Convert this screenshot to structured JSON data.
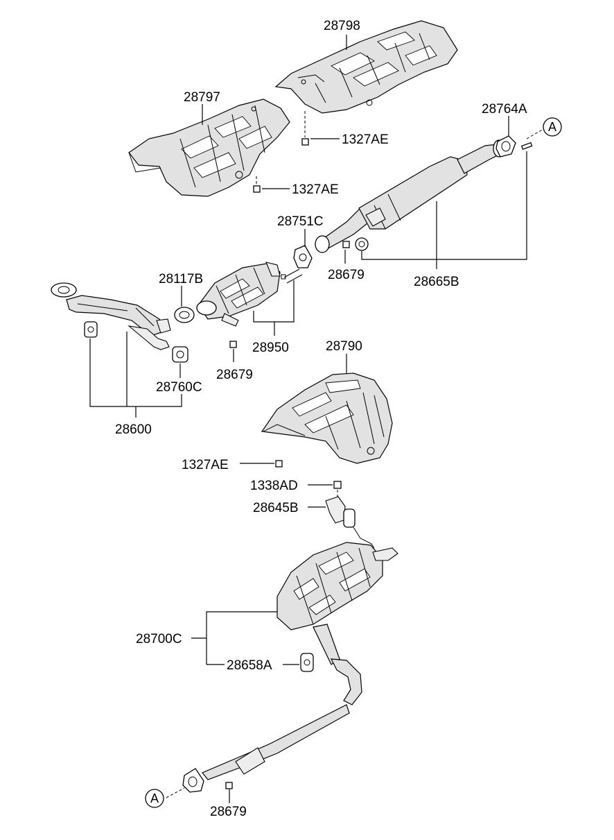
{
  "labels": {
    "p28798": "28798",
    "p28797": "28797",
    "p1327ae_a": "1327AE",
    "p1327ae_b": "1327AE",
    "p1327ae_c": "1327AE",
    "p28764a": "28764A",
    "p28751c": "28751C",
    "p28117b": "28117B",
    "p28679_a": "28679",
    "p28679_b": "28679",
    "p28679_c": "28679",
    "p28665b": "28665B",
    "p28950": "28950",
    "p28760c": "28760C",
    "p28600": "28600",
    "p28790": "28790",
    "p1338ad": "1338AD",
    "p28645b": "28645B",
    "p28700c": "28700C",
    "p28658a": "28658A"
  },
  "refs": {
    "top": "A",
    "bottom": "A"
  }
}
